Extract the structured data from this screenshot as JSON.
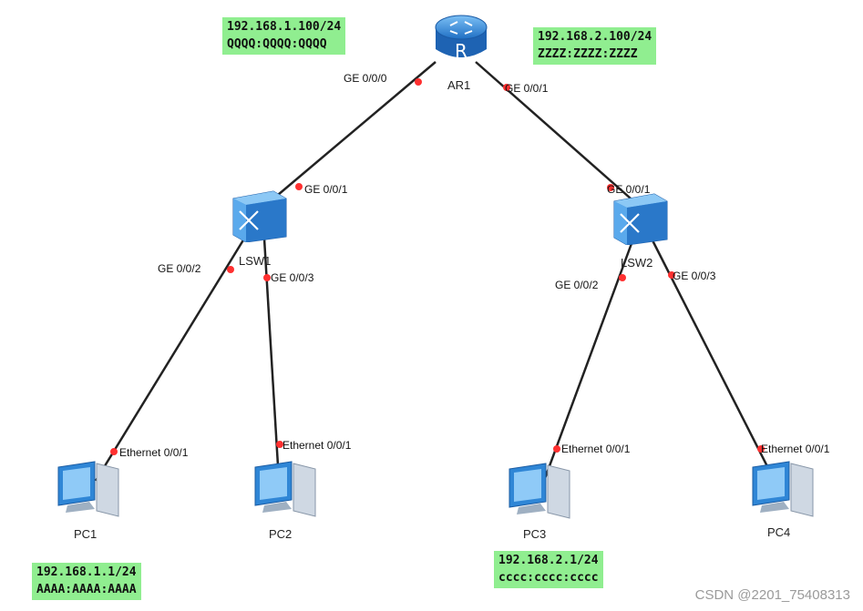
{
  "devices": {
    "ar1": "AR1",
    "lsw1": "LSW1",
    "lsw2": "LSW2",
    "pc1": "PC1",
    "pc2": "PC2",
    "pc3": "PC3",
    "pc4": "PC4"
  },
  "ports": {
    "ar1_ge000": "GE 0/0/0",
    "ar1_ge001": "GE 0/0/1",
    "lsw1_ge001": "GE 0/0/1",
    "lsw1_ge002": "GE 0/0/2",
    "lsw1_ge003": "GE 0/0/3",
    "lsw2_ge001": "GE 0/0/1",
    "lsw2_ge002": "GE 0/0/2",
    "lsw2_ge003": "GE 0/0/3",
    "pc1_eth": "Ethernet 0/0/1",
    "pc2_eth": "Ethernet 0/0/1",
    "pc3_eth": "Ethernet 0/0/1",
    "pc4_eth": "Ethernet 0/0/1"
  },
  "addresses": {
    "ar1_left": [
      "192.168.1.100/24",
      "QQQQ:QQQQ:QQQQ"
    ],
    "ar1_right": [
      "192.168.2.100/24",
      "ZZZZ:ZZZZ:ZZZZ"
    ],
    "pc1": [
      "192.168.1.1/24",
      "AAAA:AAAA:AAAA"
    ],
    "pc3": [
      "192.168.2.1/24",
      "cccc:cccc:cccc"
    ]
  },
  "router_icon_letter": "R",
  "icons": {
    "router": "router-icon",
    "switch": "switch-icon",
    "pc": "pc-icon"
  },
  "colors": {
    "link": "#222222",
    "port_dot": "#ff3030",
    "address_box": "#90ee90",
    "device_blue": "#3d8fdc"
  },
  "watermark": "CSDN @2201_75408313"
}
